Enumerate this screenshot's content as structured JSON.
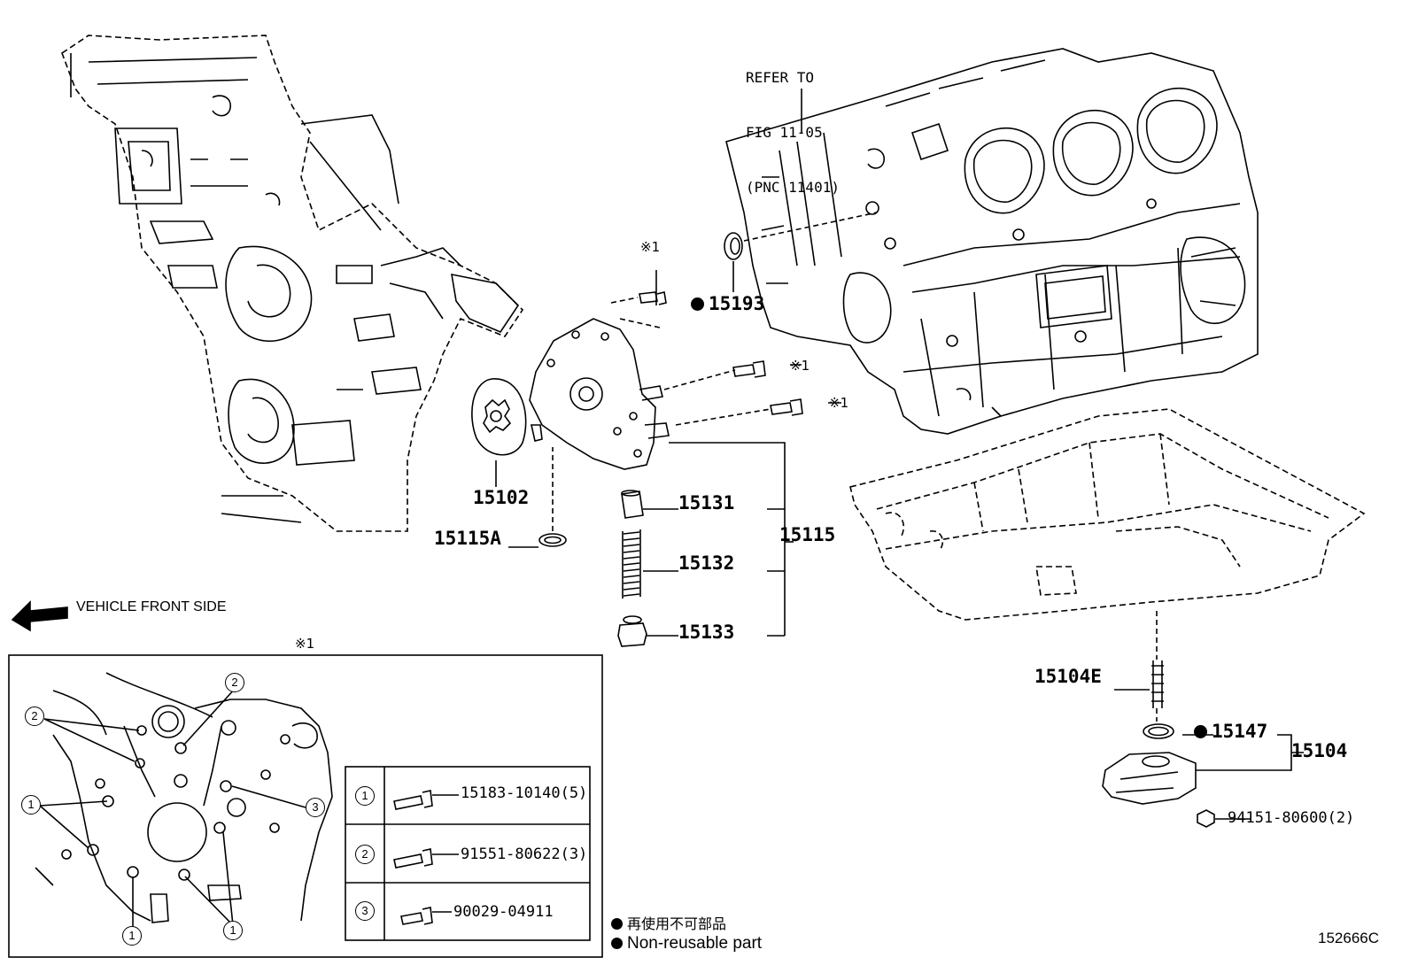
{
  "refer_note": {
    "line1": "REFER TO",
    "line2": "FIG 11-05",
    "line3": "(PNC 11401)"
  },
  "direction_label": "VEHICLE FRONT SIDE",
  "detail_mark": "※1",
  "bolt_mark": "※1",
  "callouts": {
    "p15193": "15193",
    "p15102": "15102",
    "p15115A": "15115A",
    "p15131": "15131",
    "p15132": "15132",
    "p15115": "15115",
    "p15133": "15133",
    "p15104E": "15104E",
    "p15147": "15147",
    "p15104": "15104",
    "p94151": "94151-80600(2)"
  },
  "bolt_legend": [
    {
      "key": "1",
      "part": "15183-10140(5)"
    },
    {
      "key": "2",
      "part": "91551-80622(3)"
    },
    {
      "key": "3",
      "part": "90029-04911"
    }
  ],
  "footer_notes": {
    "jp": "再使用不可部品",
    "en": "Non-reusable part"
  },
  "figure_id": "152666C"
}
